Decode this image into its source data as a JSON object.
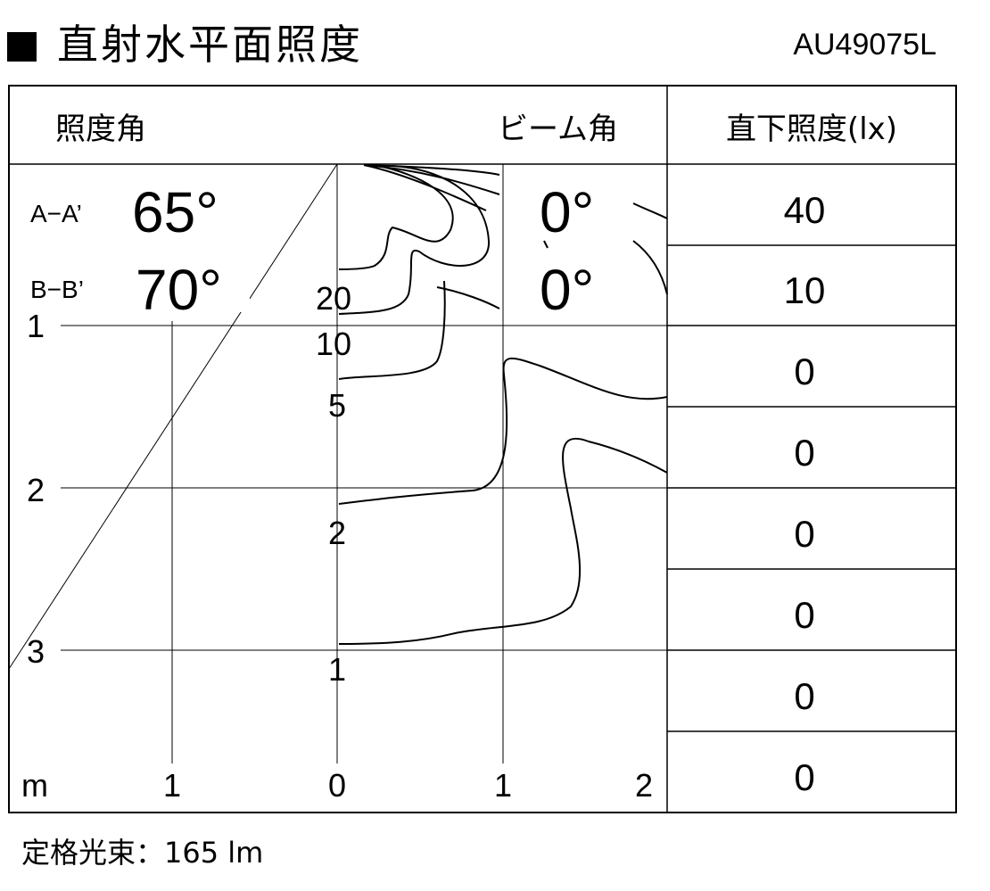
{
  "header": {
    "title": "直射水平面照度",
    "model": "AU49075L"
  },
  "table": {
    "angle_label": "照度角",
    "beam_label": "ビーム角",
    "lux_label": "直下照度(lx)",
    "aa_label": "A−A’",
    "aa_angle": "65°",
    "aa_beam": "0°",
    "bb_label": "B−B’",
    "bb_angle": "70°",
    "bb_beam": "0°",
    "lux_values": [
      "40",
      "10",
      "0",
      "0",
      "0",
      "0",
      "0",
      "0"
    ]
  },
  "footer": {
    "flux": "定格光束：165 lm"
  },
  "chart_data": {
    "type": "contour",
    "x_unit": "m",
    "x_ticks": [
      "1",
      "0",
      "1",
      "2"
    ],
    "y_ticks": [
      "1",
      "2",
      "3"
    ],
    "contour_levels": [
      "20",
      "10",
      "5",
      "2",
      "1"
    ]
  }
}
